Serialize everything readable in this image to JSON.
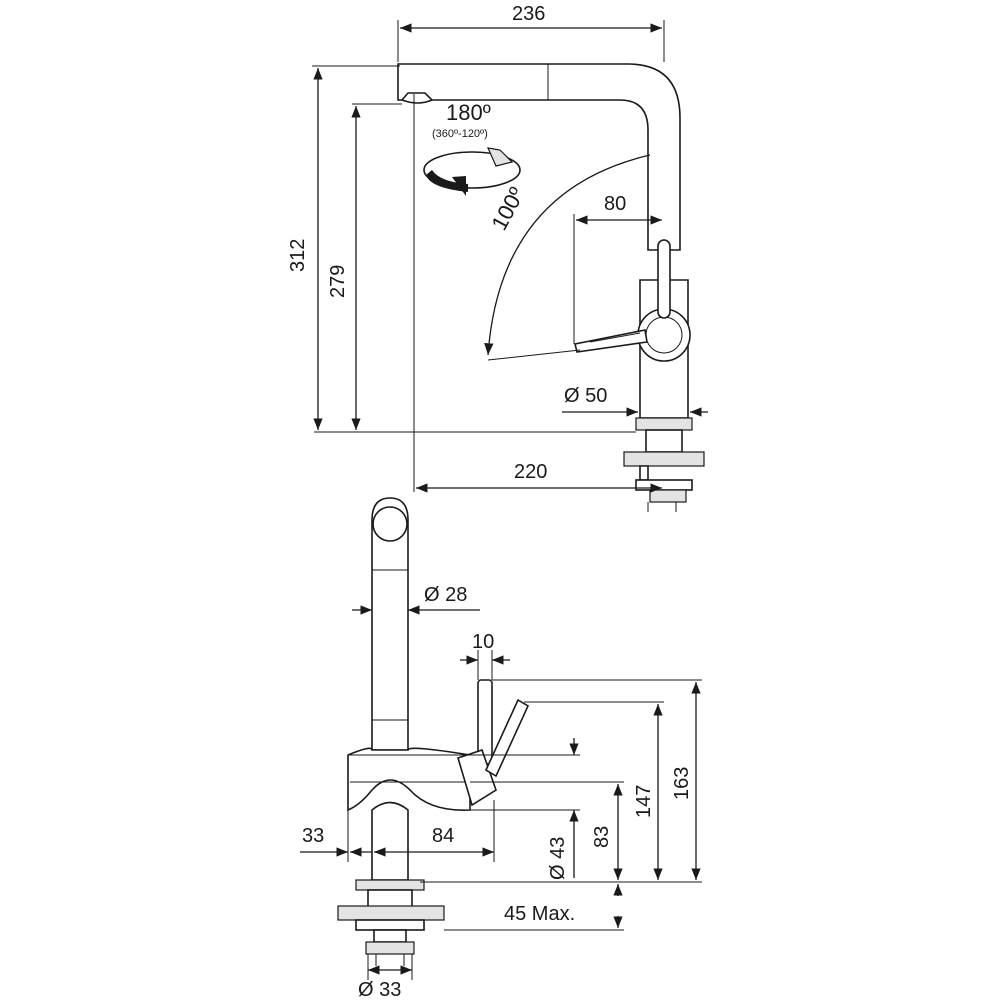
{
  "side_view": {
    "rotation_label": "180º",
    "rotation_range_label": "(360º-120º)",
    "swing_label": "100º",
    "dimensions": {
      "total_width": "236",
      "total_height": "312",
      "spout_height": "279",
      "handle_offset": "80",
      "base_diameter": "Ø 50",
      "reach": "220"
    }
  },
  "front_view": {
    "dimensions": {
      "spout_diameter": "Ø 28",
      "lever_width": "10",
      "base_left": "33",
      "body_width": "84",
      "body_diameter": "Ø 43",
      "body_height": "83",
      "lever_height": "147",
      "total_height": "163",
      "deck_thickness": "45 Max.",
      "thread_diameter": "Ø 33"
    }
  }
}
